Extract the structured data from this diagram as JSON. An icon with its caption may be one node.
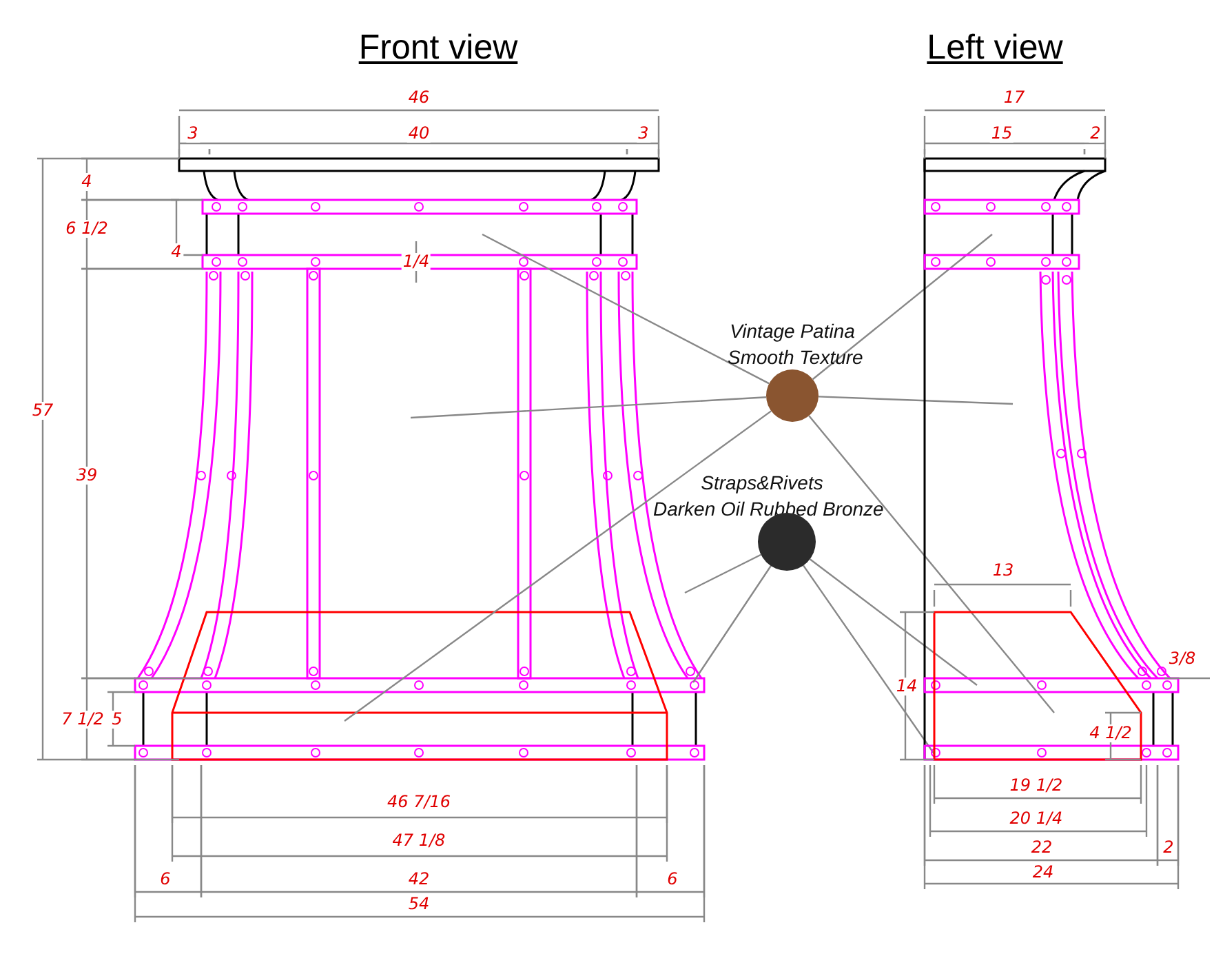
{
  "diagram": {
    "nodes": [
      {
        "text": [
          "Vintage Patina",
          "Smooth Texture"
        ]
      },
      {
        "text": [
          "Straps&Rivets",
          "Darken Oil Rubbed Bronze"
        ]
      }
    ],
    "edges": [
      {
        "from": 0,
        "to": null,
        "arrow": "none"
      },
      {
        "from": 0,
        "to": null,
        "arrow": "none"
      },
      {
        "from": 0,
        "to": null,
        "arrow": "none"
      },
      {
        "from": 0,
        "to": null,
        "arrow": "none"
      },
      {
        "from": 0,
        "to": null,
        "arrow": "none"
      },
      {
        "from": 0,
        "to": null,
        "arrow": "none"
      },
      {
        "from": 1,
        "to": null,
        "arrow": "none"
      },
      {
        "from": 1,
        "to": null,
        "arrow": "none"
      },
      {
        "from": 1,
        "to": null,
        "arrow": "none"
      },
      {
        "from": 1,
        "to": null,
        "arrow": "none"
      }
    ],
    "labels": [
      "Front view",
      "Left view",
      "46",
      "3",
      "40",
      "3",
      "4",
      "6 1/2",
      "4",
      "1/4",
      "57",
      "39",
      "7 1/2",
      "5",
      "46 7/16",
      "47 1/8",
      "6",
      "42",
      "6",
      "54",
      "17",
      "15",
      "2",
      "13",
      "14",
      "3/8",
      "4 1/2",
      "19 1/2",
      "20 1/4",
      "22",
      "2",
      "24"
    ]
  }
}
